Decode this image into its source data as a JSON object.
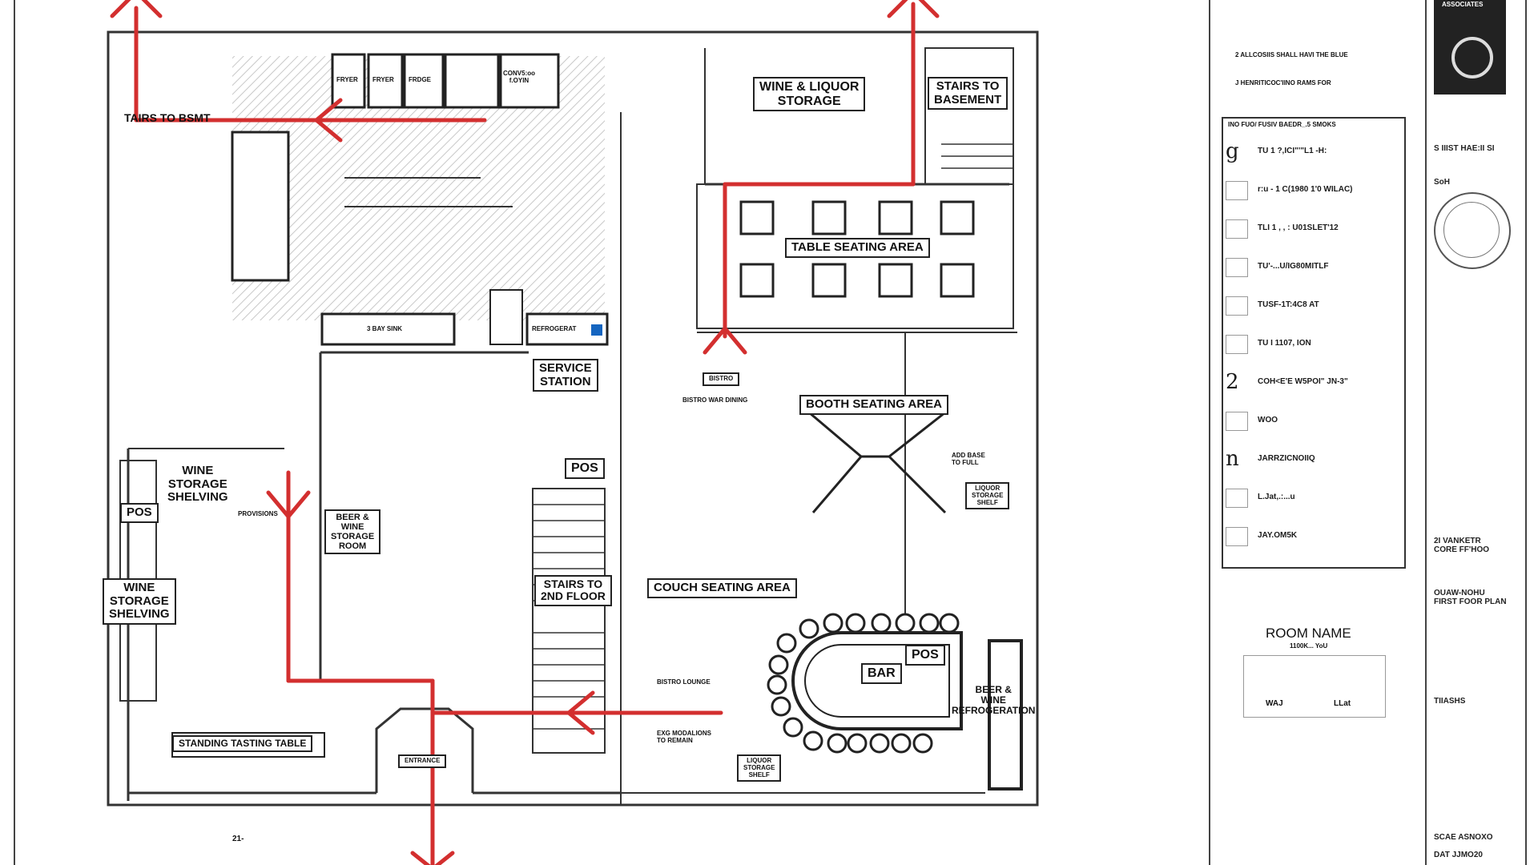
{
  "plan_labels": {
    "stairs_bsmt_left": "TAIRS TO BSMT",
    "fryer1": "FRYER",
    "fryer2": "FRYER",
    "frdge": "FRDGE",
    "convection": "CONV5:oo\nf.OYIN",
    "wine_liquor_storage": "WINE & LIQUOR\nSTORAGE",
    "stairs_basement": "STAIRS TO\nBASEMENT",
    "table_seating": "TABLE SEATING AREA",
    "bay_sink": "3 BAY SINK",
    "refrigerator": "REFROGERAT",
    "service_station": "SERVICE\nSTATION",
    "pos_service": "POS",
    "bistro": "BISTRO",
    "bistro_dining": "BISTRO WAR DINING",
    "booth_seating": "BOOTH SEATING AREA",
    "wine_storage_shelving_1": "WINE\nSTORAGE\nSHELVING",
    "pos_left": "POS",
    "provisions": "PROVISIONS",
    "beer_wine_storage_room": "BEER &\nWINE\nSTORAGE\nROOM",
    "liquor_storage_shelf_right": "LIQUOR\nSTORAGE\nSHELF",
    "couch_seating": "COUCH SEATING AREA",
    "stairs_2nd": "STAIRS TO\n2ND FLOOR",
    "wine_storage_shelving_2": "WINE\nSTORAGE\nSHELVING",
    "bar": "BAR",
    "pos_bar": "POS",
    "beer_wine_refrigeration": "BEER &\nWINE\nREFROGERATION",
    "standing_tasting": "STANDING TASTING TABLE",
    "entrance": "ENTRANCE",
    "liquor_storage_shelf_bottom": "LIQUOR\nSTORAGE\nSHELF",
    "bistro_lounge": "BISTRO LOUNGE",
    "existing_to_remain": "EXG MODALIONS\nTO REMAIN",
    "add_base": "ADD BASE\nTO FULL",
    "dim_bottom": "21-"
  },
  "legend": {
    "title": "ROOM NAME",
    "subtitle": "1100K... YoU",
    "row_waj": "WAJ",
    "row_llat": "LLat",
    "notes_1": "2 ALLCOSIIS SHALL HAVI THE BLUE",
    "notes_2": "J HENRITICOC'IINO RAMS FOR",
    "key_title": "INO FUO/ FUSIV BAEDR_.5 SMOKS",
    "keys": [
      {
        "sym": "g",
        "text": "TU 1 ?,ICI\"'\"L1 -H:"
      },
      {
        "sym": "",
        "text": "r:u - 1 C(1980 1'0 WILAC)"
      },
      {
        "sym": "",
        "text": "TLI 1 , , : U01SLET'12"
      },
      {
        "sym": "",
        "text": "TU'-...U/IG80MITLF"
      },
      {
        "sym": "",
        "text": "TUSF-1T:4C8 AT"
      },
      {
        "sym": "",
        "text": "TU I 1107, ION"
      },
      {
        "sym": "2",
        "text": "COH<E'E W5POI\" JN-3\""
      },
      {
        "sym": "",
        "text": "WOO"
      },
      {
        "sym": "n",
        "text": "JARRZICNOIIQ"
      },
      {
        "sym": "",
        "text": "L.Jat,.:...u"
      },
      {
        "sym": "",
        "text": "JAY.OM5K"
      }
    ]
  },
  "title_block": {
    "firm": "ASSOCIATES",
    "t1": "S IIIST HAE:II SI",
    "t2": "SoH",
    "t3": "2I VANKETR\nCORE FF'HOO",
    "t4": "OUAW-NOHU\nFIRST FOOR PLAN",
    "t5": "TIIASHS",
    "scale": "SCAE ASNOXO",
    "date": "DAT JJMO20"
  },
  "colors": {
    "ink": "#1a1a1a",
    "red_path": "#d32f2f",
    "hatch": "#bdbdbd",
    "blue_mark": "#1565c0"
  }
}
